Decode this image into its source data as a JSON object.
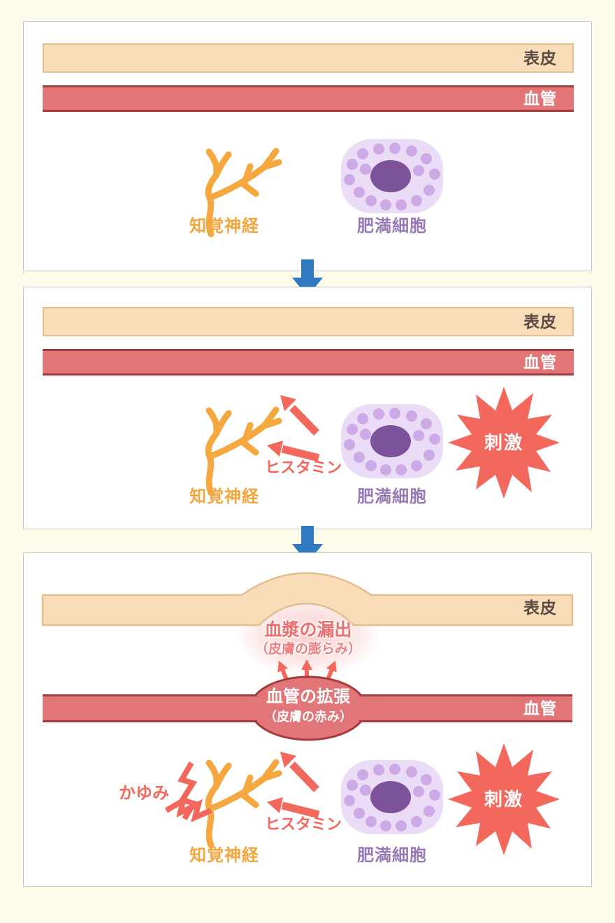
{
  "diagram": {
    "subject": "itch-mechanism-skin-diagram",
    "panels": [
      {
        "epidermis_label": "表皮",
        "vessel_label": "血管",
        "nerve_label": "知覚神経",
        "mast_cell_label": "肥満細胞"
      },
      {
        "epidermis_label": "表皮",
        "vessel_label": "血管",
        "nerve_label": "知覚神経",
        "mast_cell_label": "肥満細胞",
        "stimulus_label": "刺激",
        "histamine_label": "ヒスタミン"
      },
      {
        "epidermis_label": "表皮",
        "vessel_label": "血管",
        "nerve_label": "知覚神経",
        "mast_cell_label": "肥満細胞",
        "stimulus_label": "刺激",
        "histamine_label": "ヒスタミン",
        "plasma_leak_label": "血漿の漏出",
        "plasma_leak_sub": "（皮膚の膨らみ）",
        "vessel_dilation_label": "血管の拡張",
        "vessel_dilation_sub": "（皮膚の赤み）",
        "itch_label": "かゆみ"
      }
    ],
    "colors": {
      "page_bg": "#fdfceb",
      "panel_bg": "#ffffff",
      "panel_border": "#c6c6c6",
      "epidermis_fill": "#f9ddb8",
      "epidermis_border": "#e3bf8f",
      "epidermis_text": "#594b44",
      "vessel_fill": "#e17578",
      "vessel_border": "#a23c40",
      "vessel_text": "#ffffff",
      "nerve_orange": "#f5a83f",
      "mast_cell_body": "#eadcf7",
      "mast_cell_granule": "#cda9e5",
      "mast_cell_nucleus": "#7c529b",
      "mast_cell_text": "#9878b6",
      "salmon_accent": "#f2685c",
      "flow_arrow_blue": "#2e79c0"
    }
  }
}
